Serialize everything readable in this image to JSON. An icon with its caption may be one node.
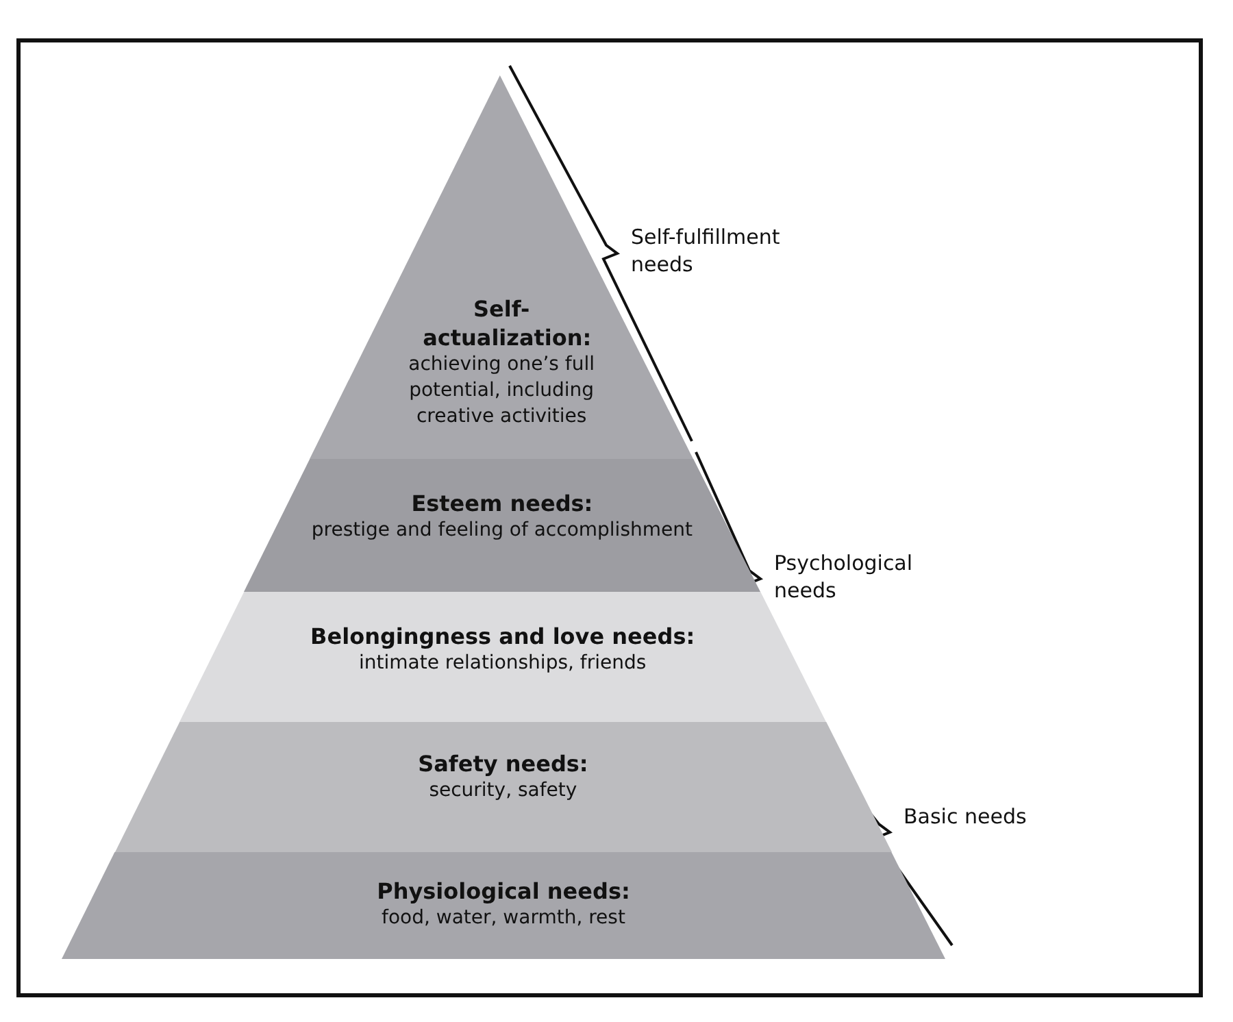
{
  "diagram": {
    "nodes": [
      {
        "text": [
          "Self-actualization:",
          "achieving one’s full potential, including creative activities"
        ]
      },
      {
        "text": [
          "Esteem needs:",
          "prestige and feeling of accomplishment"
        ]
      },
      {
        "text": [
          "Belongingness and love needs:",
          "intimate relationships, friends"
        ]
      },
      {
        "text": [
          "Safety needs:",
          "security, safety"
        ]
      },
      {
        "text": [
          "Physiological needs:",
          "food, water, warmth, rest"
        ]
      }
    ],
    "labels": [
      "Self-fulfillment needs",
      "Psychological needs",
      "Basic needs"
    ]
  }
}
